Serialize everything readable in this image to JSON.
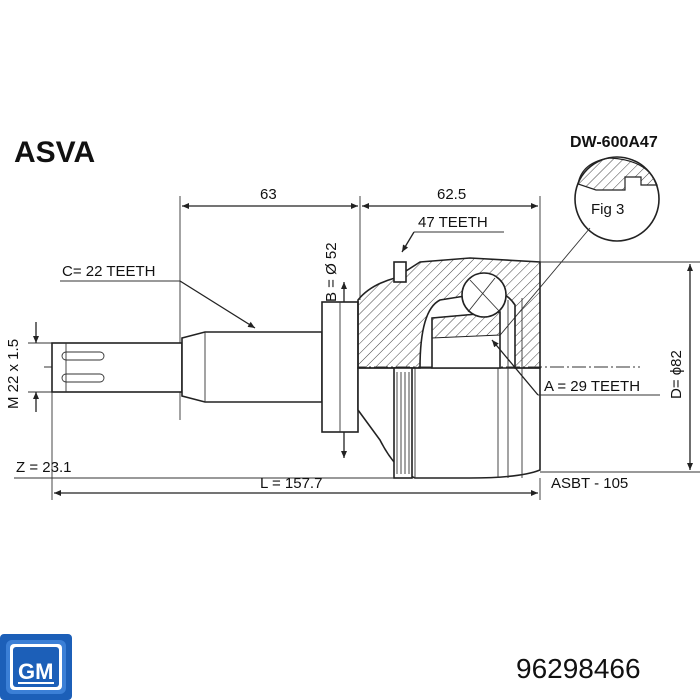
{
  "brand": "ASVA",
  "model_code": "DW-600A47",
  "fig_label": "Fig 3",
  "dimensions": {
    "shaft_length": "63",
    "housing_length": "62.5",
    "outer_teeth": "47 TEETH",
    "diameter_b": "B = Ø 52",
    "spline_c": "C= 22 TEETH",
    "thread_m": "M 22 x 1.5",
    "spline_a": "A = 29 TEETH",
    "diameter_d": "D= ϕ82",
    "abs_z": "Z = 23.1",
    "total_length": "L = 157.7",
    "boot_kit": "ASBT - 105"
  },
  "manufacturer_logo": "GM",
  "part_number": "96298466",
  "colors": {
    "logo_blue": "#1c5fb8",
    "line": "#222222"
  }
}
